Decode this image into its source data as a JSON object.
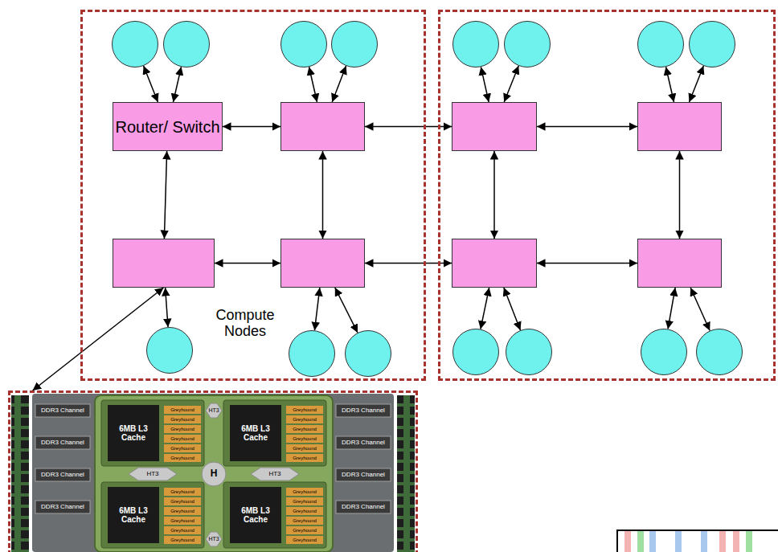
{
  "diagram": {
    "nodes": [
      {
        "text": []
      },
      {
        "text": []
      },
      {
        "text": [
          "Router/ Switch"
        ],
        "in": 0
      },
      {
        "text": [],
        "in": 0
      },
      {
        "text": [],
        "in": 0
      },
      {
        "text": [],
        "in": 0
      },
      {
        "text": [],
        "in": 1
      },
      {
        "text": [],
        "in": 1
      },
      {
        "text": [],
        "in": 1
      },
      {
        "text": [],
        "in": 1
      },
      {
        "text": [],
        "in": 0
      },
      {
        "text": [],
        "in": 0
      },
      {
        "text": [],
        "in": 0
      },
      {
        "text": [],
        "in": 0
      },
      {
        "text": [],
        "in": 1
      },
      {
        "text": [],
        "in": 1
      },
      {
        "text": [],
        "in": 1
      },
      {
        "text": [],
        "in": 1
      },
      {
        "text": [],
        "in": 0
      },
      {
        "text": [],
        "in": 0
      },
      {
        "text": [],
        "in": 0
      },
      {
        "text": [],
        "in": 1
      },
      {
        "text": [],
        "in": 1
      },
      {
        "text": [],
        "in": 1
      },
      {
        "text": [],
        "in": 1
      },
      {
        "text": []
      }
    ],
    "edges": [
      {
        "from": 2,
        "to": 3,
        "arrow": "both"
      },
      {
        "from": 2,
        "to": 4,
        "arrow": "both"
      },
      {
        "from": 3,
        "to": 5,
        "arrow": "both"
      },
      {
        "from": 4,
        "to": 5,
        "arrow": "both"
      },
      {
        "from": 3,
        "to": 6,
        "arrow": "both"
      },
      {
        "from": 5,
        "to": 8,
        "arrow": "both"
      },
      {
        "from": 6,
        "to": 7,
        "arrow": "both"
      },
      {
        "from": 6,
        "to": 8,
        "arrow": "both"
      },
      {
        "from": 7,
        "to": 9,
        "arrow": "both"
      },
      {
        "from": 8,
        "to": 9,
        "arrow": "both"
      },
      {
        "from": 10,
        "to": 2,
        "arrow": "both"
      },
      {
        "from": 11,
        "to": 2,
        "arrow": "both"
      },
      {
        "from": 12,
        "to": 3,
        "arrow": "both"
      },
      {
        "from": 13,
        "to": 3,
        "arrow": "both"
      },
      {
        "from": 14,
        "to": 6,
        "arrow": "both"
      },
      {
        "from": 15,
        "to": 6,
        "arrow": "both"
      },
      {
        "from": 16,
        "to": 7,
        "arrow": "both"
      },
      {
        "from": 17,
        "to": 7,
        "arrow": "both"
      },
      {
        "from": 4,
        "to": 18,
        "arrow": "both"
      },
      {
        "from": 5,
        "to": 19,
        "arrow": "both"
      },
      {
        "from": 5,
        "to": 20,
        "arrow": "both"
      },
      {
        "from": 8,
        "to": 21,
        "arrow": "both"
      },
      {
        "from": 8,
        "to": 22,
        "arrow": "both"
      },
      {
        "from": 9,
        "to": 23,
        "arrow": "both"
      },
      {
        "from": 9,
        "to": 24,
        "arrow": "both"
      },
      {
        "from": 4,
        "to": 25,
        "arrow": "both"
      }
    ],
    "labels": [
      "Compute Nodes",
      "6MB L3 Cache",
      "6MB L3 Cache",
      "6MB L3 Cache",
      "6MB L3 Cache",
      "DDR3 Channel",
      "DDR3 Channel",
      "DDR3 Channel",
      "DDR3 Channel",
      "DDR3 Channel",
      "DDR3 Channel",
      "DDR3 Channel",
      "DDR3 Channel",
      "HT3",
      "HT3",
      "HT3",
      "HT3",
      "H",
      "Greyhound",
      "Greyhound",
      "Greyhound",
      "Greyhound",
      "Greyhound",
      "Greyhound",
      "Greyhound",
      "Greyhound",
      "Greyhound",
      "Greyhound",
      "Greyhound",
      "Greyhound",
      "Greyhound",
      "Greyhound",
      "Greyhound",
      "Greyhound",
      "Greyhound",
      "Greyhound",
      "Greyhound",
      "Greyhound",
      "Greyhound",
      "Greyhound",
      "Greyhound",
      "Greyhound"
    ]
  }
}
